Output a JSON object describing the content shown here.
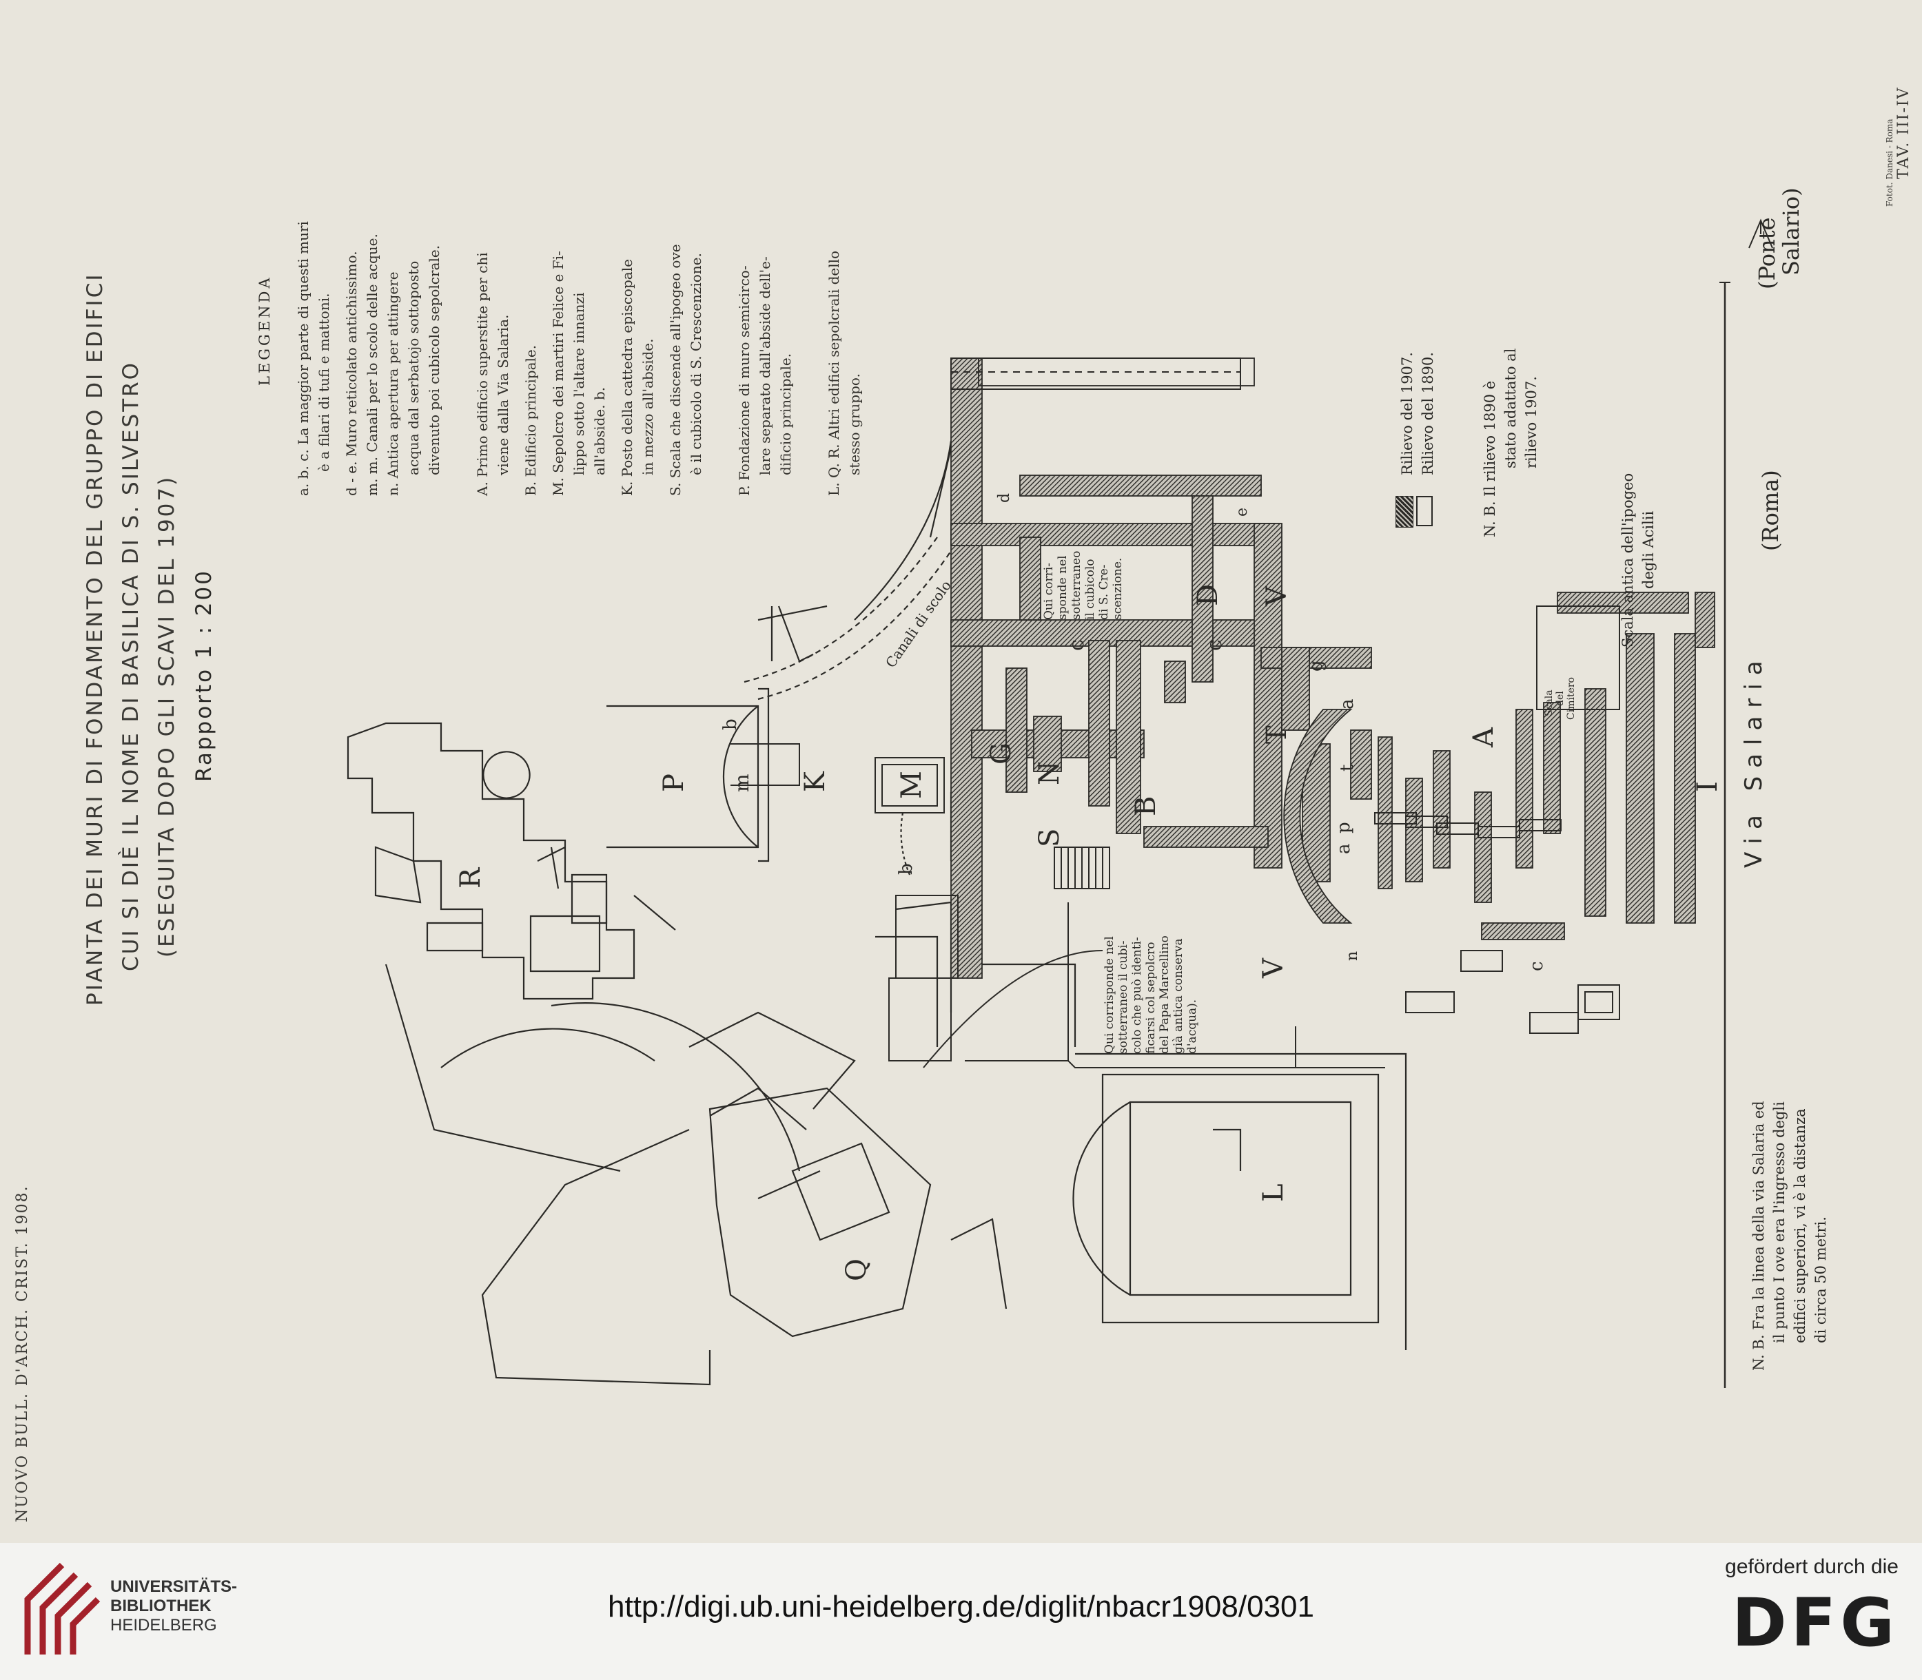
{
  "edges": {
    "left": "NUOVO BULL. D'ARCH. CRIST. 1908.",
    "right": "TAV. III-IV",
    "photo_credit": "Fotot. Danesi - Roma"
  },
  "title": {
    "line1": "PIANTA DEI MURI DI FONDAMENTO DEL GRUPPO DI EDIFICI",
    "line2": "CUI SI DIÈ IL NOME DI BASILICA DI S. SILVESTRO",
    "line3": "(ESEGUITA DOPO GLI SCAVI DEL 1907)",
    "scale": "Rapporto 1 : 200"
  },
  "legend": {
    "heading": "LEGGENDA",
    "items": [
      "a. b. c. La maggior parte di questi muri",
      "è a filari di tufi e mattoni.",
      "d - e.   Muro reticolato antichissimo.",
      "m. m.   Canali per lo scolo delle acque.",
      "n.   Antica apertura per attingere",
      "acqua dal serbatojo sottoposto",
      "divenuto poi cubicolo sepolcrale.",
      "A.  Primo edificio superstite per chi",
      "viene dalla Via Salaria.",
      "B.  Edificio principale.",
      "M.  Sepolcro dei martiri Felice e Fi-",
      "lippo  sotto l'altare  innanzi",
      "all'abside. b.",
      "K.  Posto della cattedra episcopale",
      "in mezzo all'abside.",
      "S.  Scala che discende all'ipogeo ove",
      "è il cubicolo di S. Crescenzione.",
      "P.  Fondazione di muro semicirco-",
      "lare separato dall'abside dell'e-",
      "dificio principale.",
      "L. Q. R.  Altri edifici sepolcrali dello",
      "stesso gruppo."
    ]
  },
  "rilievo": {
    "r1907": "Rilievo del 1907.",
    "r1890": "Rilievo del 1890.",
    "nb_lines": [
      "N. B. Il rilievo 1890 è",
      "stato adattato al",
      "rilievo 1907."
    ]
  },
  "map_labels": {
    "R": "R",
    "Q": "Q",
    "L": "L",
    "P": "P",
    "K": "K",
    "M": "M",
    "m": "m",
    "S": "S",
    "N": "N",
    "G": "G",
    "B": "B",
    "c": "c",
    "D": "D",
    "V": "V",
    "T": "T",
    "A": "A",
    "I": "I",
    "b": "b",
    "a": "a",
    "t": "t",
    "p": "p",
    "n": "n",
    "g": "g",
    "e": "e",
    "d": "d",
    "canali": "Canali di scolo",
    "corrisponde_crescenzione": [
      "Qui corri-",
      "sponde nel",
      "sotterraneo",
      "il cubicolo",
      "di S. Cre-",
      "scenzione."
    ],
    "corrisponde_marcellino": [
      "Qui corrisponde nel",
      "sotterraneo il cubi-",
      "colo che può identi-",
      "ficarsi col sepolcro",
      "del Papa Marcellino",
      "già antica conserva",
      "d'acqua)."
    ],
    "scala_cimitero": [
      "Scala",
      "del",
      "Cimitero"
    ],
    "scala_acili": [
      "Scala antica dell'ipogeo",
      "degli Acilii"
    ]
  },
  "via": {
    "via_salaria": "Via Salaria",
    "roma": "(Roma)",
    "ponte": [
      "(Ponte",
      "Salario)"
    ],
    "note": [
      "N. B. Fra la linea della via Salaria ed",
      "il punto I ove era l'ingresso degli",
      "edifici superiori, vi è la distanza",
      "di circa 50 metri."
    ]
  },
  "footer": {
    "library": [
      "UNIVERSITÄTS-",
      "BIBLIOTHEK",
      "HEIDELBERG"
    ],
    "url": "http://digi.ub.uni-heidelberg.de/diglit/nbacr1908/0301",
    "funded_by": "gefördert durch die",
    "dfg": "DFG"
  },
  "colors": {
    "paper": "#e8e5dc",
    "ink": "#2b2a27",
    "footer_red": "#a3212a"
  }
}
